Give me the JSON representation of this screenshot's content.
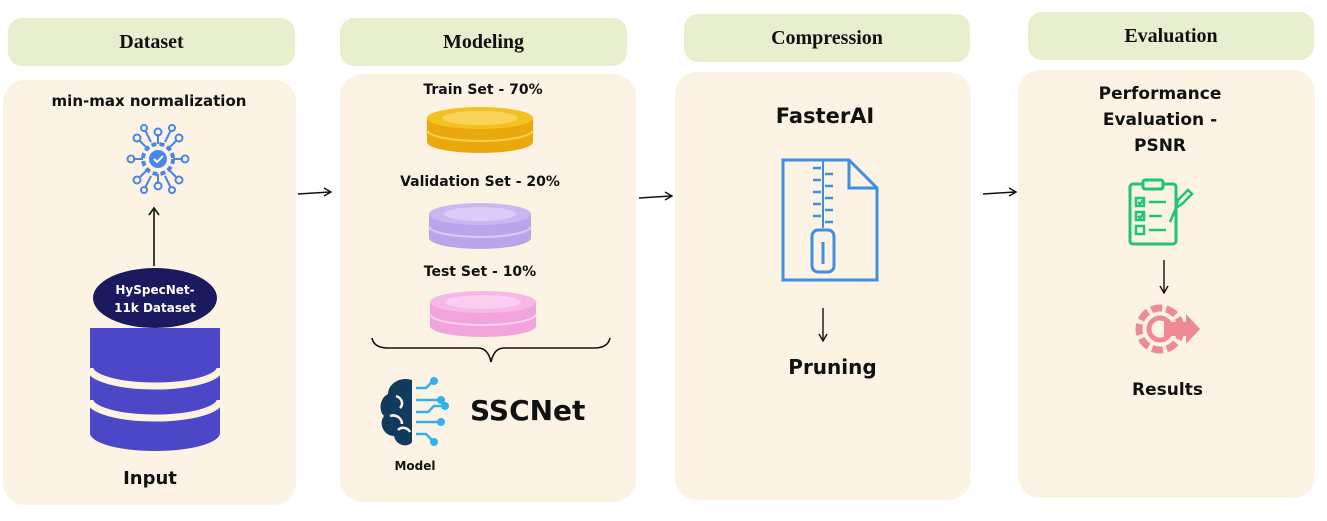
{
  "stages": {
    "dataset": {
      "title": "Dataset",
      "step": "min-max normalization",
      "db_label_line1": "HySpecNet-",
      "db_label_line2": "11k Dataset",
      "footer": "Input"
    },
    "modeling": {
      "title": "Modeling",
      "train": "Train Set - 70%",
      "validation": "Validation Set - 20%",
      "test": "Test Set - 10%",
      "model_name": "SSCNet",
      "model_caption": "Model"
    },
    "compression": {
      "title": "Compression",
      "method": "FasterAI",
      "step": "Pruning"
    },
    "evaluation": {
      "title": "Evaluation",
      "metric_line1": "Performance",
      "metric_line2": "Evaluation -",
      "metric_line3": "PSNR",
      "footer": "Results"
    }
  },
  "colors": {
    "header_bg": "#e8efcf",
    "panel_bg": "#fcf3e4",
    "database": "#4b47c7",
    "database_label_bg": "#1b1a5e",
    "train_coin": "#f5c022",
    "validation_coin": "#c9b8f0",
    "test_coin": "#f7b8e6",
    "gear_icon": "#4a86e8",
    "zip_icon": "#3d8fe0",
    "checklist_icon": "#1ec47a",
    "results_icon": "#ef8a95",
    "brain_dark": "#123a5c",
    "brain_light": "#2fb3e8"
  },
  "icons": [
    "gear-network-icon",
    "database-icon",
    "coin-stack-icon",
    "brain-circuit-icon",
    "zip-file-icon",
    "checklist-icon",
    "results-icon",
    "arrow-icon",
    "curly-brace-icon"
  ]
}
